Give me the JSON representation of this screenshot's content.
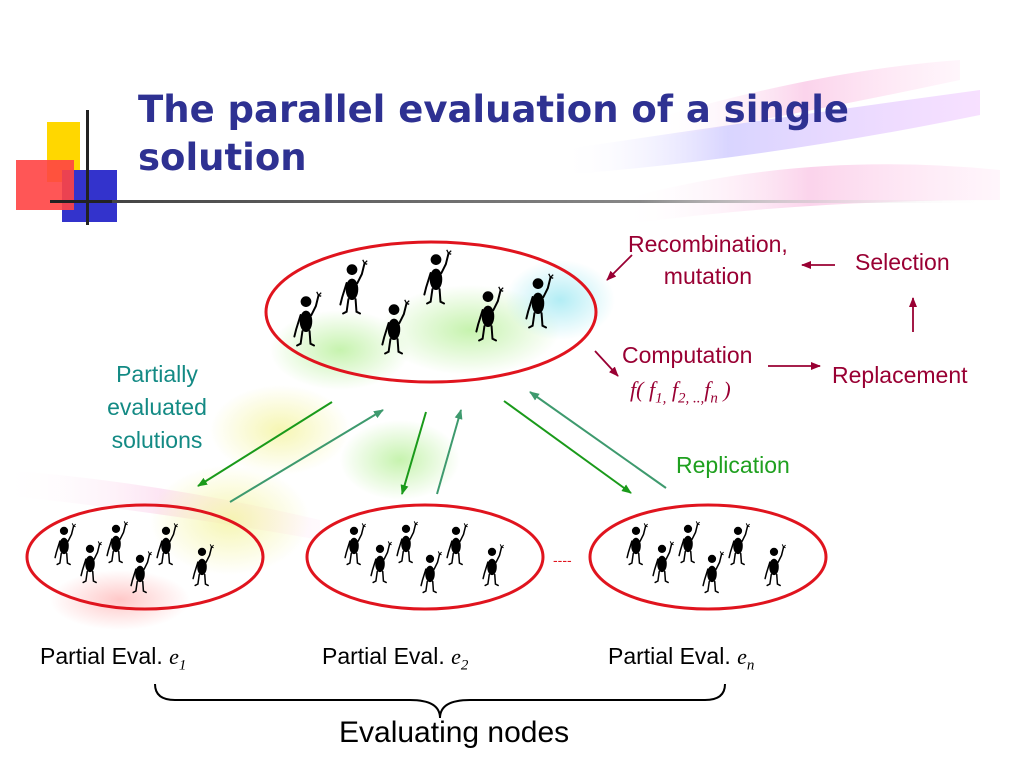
{
  "slide": {
    "title": "The parallel evaluation of a single solution"
  },
  "diagram": {
    "recombination_line1": "Recombination,",
    "recombination_line2": "mutation",
    "selection": "Selection",
    "computation": "Computation",
    "formula": {
      "f": "f(",
      "f1": "f",
      "sub1": "1,",
      "f2": "f",
      "sub2": "2, ..,",
      "fn": "f",
      "subn": "n",
      "close": ")"
    },
    "replacement": "Replacement",
    "partially_line1": "Partially",
    "partially_line2": "evaluated",
    "partially_line3": "solutions",
    "replication": "Replication",
    "ellipsis": "----",
    "nodes": [
      {
        "label": "Partial Eval.",
        "var": "e",
        "sub": "1"
      },
      {
        "label": "Partial Eval.",
        "var": "e",
        "sub": "2"
      },
      {
        "label": "Partial Eval.",
        "var": "e",
        "sub": "n"
      }
    ],
    "evaluating_nodes": "Evaluating nodes"
  },
  "colors": {
    "title": "#2E3192",
    "ellipse_stroke": "#E0141E",
    "maroon_text": "#990033",
    "teal_text": "#138A84",
    "green_text": "#1FA01F",
    "green_arrow": "#1A9A1A",
    "teal_arrow": "#3E9A6E"
  },
  "icons": [
    "waving-person-icon",
    "slide-corner-decoration",
    "curly-brace"
  ]
}
